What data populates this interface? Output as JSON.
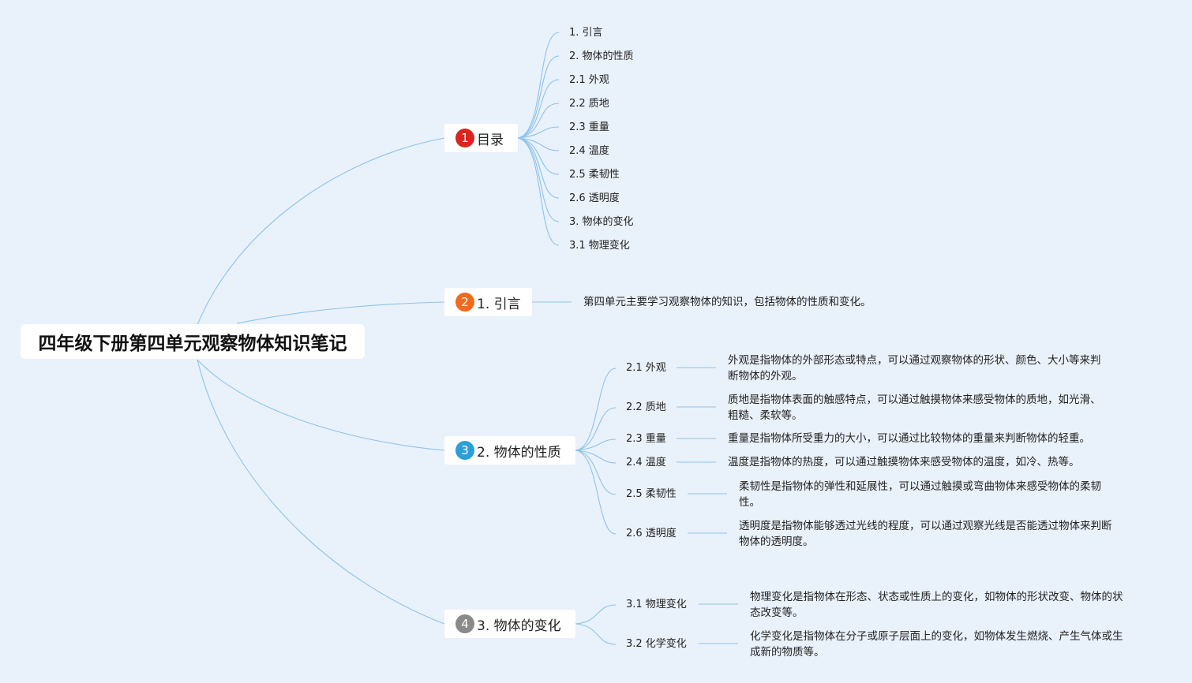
{
  "root": {
    "title": "四年级下册第四单元观察物体知识笔记"
  },
  "colors": {
    "background": "#e9f1fa",
    "link": "#8ec3ea",
    "badge_1": "#d9251d",
    "badge_2": "#ef6b1b",
    "badge_3": "#2a9fd8",
    "badge_4": "#8a8a8a"
  },
  "branches": [
    {
      "number": "1",
      "label": "目录",
      "items": [
        "1. 引言",
        "2. 物体的性质",
        "2.1 外观",
        "2.2 质地",
        "2.3 重量",
        "2.4 温度",
        "2.5 柔韧性",
        "2.6 透明度",
        "3. 物体的变化",
        "3.1 物理变化"
      ]
    },
    {
      "number": "2",
      "label": "1. 引言",
      "description": "第四单元主要学习观察物体的知识，包括物体的性质和变化。"
    },
    {
      "number": "3",
      "label": "2. 物体的性质",
      "children": [
        {
          "label": "2.1 外观",
          "desc_line1": "外观是指物体的外部形态或特点，可以通过观察物体的形状、颜色、大小等来判",
          "desc_line2": "断物体的外观。"
        },
        {
          "label": "2.2 质地",
          "desc_line1": "质地是指物体表面的触感特点，可以通过触摸物体来感受物体的质地，如光滑、",
          "desc_line2": "粗糙、柔软等。"
        },
        {
          "label": "2.3 重量",
          "desc_line1": "重量是指物体所受重力的大小，可以通过比较物体的重量来判断物体的轻重。"
        },
        {
          "label": "2.4 温度",
          "desc_line1": "温度是指物体的热度，可以通过触摸物体来感受物体的温度，如冷、热等。"
        },
        {
          "label": "2.5 柔韧性",
          "desc_line1": "柔韧性是指物体的弹性和延展性，可以通过触摸或弯曲物体来感受物体的柔韧",
          "desc_line2": "性。"
        },
        {
          "label": "2.6 透明度",
          "desc_line1": "透明度是指物体能够透过光线的程度，可以通过观察光线是否能透过物体来判断",
          "desc_line2": "物体的透明度。"
        }
      ]
    },
    {
      "number": "4",
      "label": "3. 物体的变化",
      "children": [
        {
          "label": "3.1 物理变化",
          "desc_line1": "物理变化是指物体在形态、状态或性质上的变化，如物体的形状改变、物体的状",
          "desc_line2": "态改变等。"
        },
        {
          "label": "3.2 化学变化",
          "desc_line1": "化学变化是指物体在分子或原子层面上的变化，如物体发生燃烧、产生气体或生",
          "desc_line2": "成新的物质等。"
        }
      ]
    }
  ]
}
